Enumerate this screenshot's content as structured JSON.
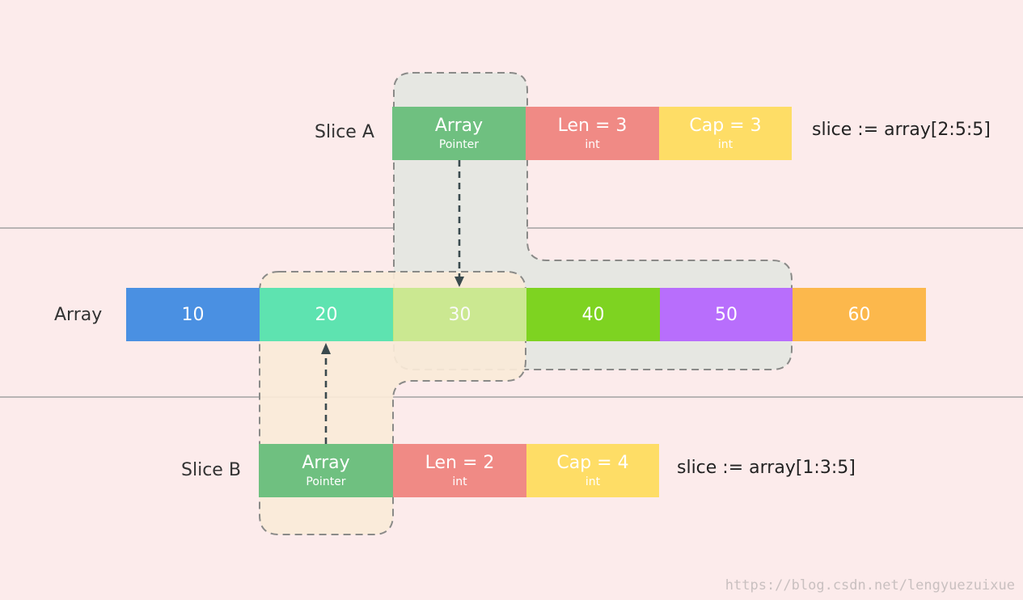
{
  "array": {
    "label": "Array",
    "values": [
      "10",
      "20",
      "30",
      "40",
      "50",
      "60"
    ],
    "colors": [
      "#4a90e2",
      "#5ee3b0",
      "#c3e87a",
      "#7ed321",
      "#b86efc",
      "#fcb84c"
    ]
  },
  "slice_a": {
    "label": "Slice A",
    "pointer": {
      "main": "Array",
      "sub": "Pointer",
      "color": "#6fc080"
    },
    "len": {
      "main": "Len = 3",
      "sub": "int",
      "color": "#f08a85"
    },
    "cap": {
      "main": "Cap = 3",
      "sub": "int",
      "color": "#fedd66"
    },
    "code": "slice := array[2:5:5]"
  },
  "slice_b": {
    "label": "Slice B",
    "pointer": {
      "main": "Array",
      "sub": "Pointer",
      "color": "#6fc080"
    },
    "len": {
      "main": "Len = 2",
      "sub": "int",
      "color": "#f08a85"
    },
    "cap": {
      "main": "Cap = 4",
      "sub": "int",
      "color": "#fedd66"
    },
    "code": "slice := array[1:3:5]"
  },
  "watermark": "https://blog.csdn.net/lengyuezuixue",
  "colors": {
    "background": "#fcebeb",
    "divider": "#b8b4b4",
    "region_a_fill": "#e6e7e2",
    "region_b_fill": "#faead8",
    "dash": "#8a8a88",
    "arrow": "#3a4a4e"
  }
}
